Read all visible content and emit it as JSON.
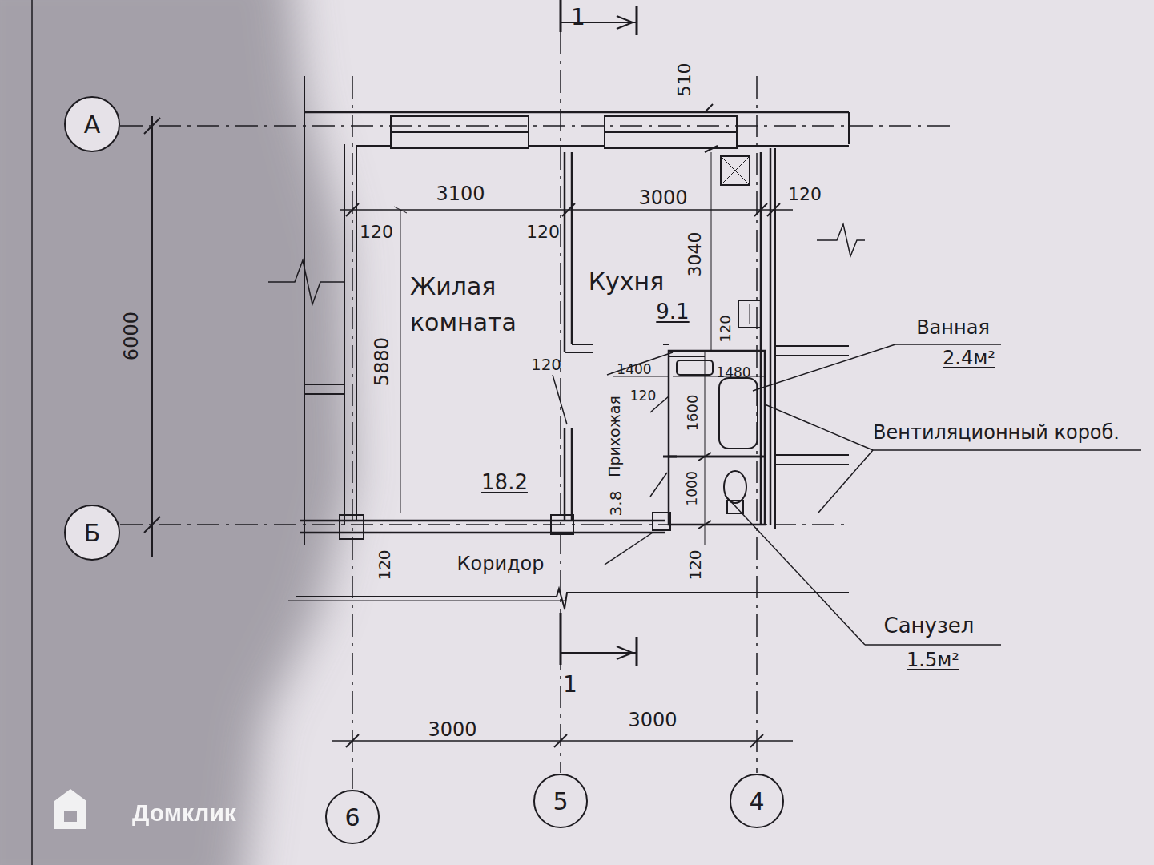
{
  "diagram": {
    "nodes": [
      {
        "text": [
          "А"
        ]
      },
      {
        "text": [
          "Б"
        ]
      },
      {
        "text": [
          "6"
        ]
      },
      {
        "text": [
          "5"
        ]
      },
      {
        "text": [
          "4"
        ]
      }
    ],
    "labels": [
      "1",
      "510",
      "3100",
      "3000",
      "120",
      "120",
      "120",
      "3040",
      "Жилая комната",
      "Кухня",
      "9.1",
      "120",
      "5880",
      "120",
      "1400",
      "1480",
      "120",
      "Прихожая",
      "1600",
      "3.8",
      "18.2",
      "1000",
      "120",
      "Коридор",
      "120",
      "Ванная",
      "2.4м²",
      "Вентиляционный короб.",
      "6000",
      "Санузел",
      "1.5м²",
      "1",
      "3000",
      "3000",
      "Домклик"
    ]
  }
}
